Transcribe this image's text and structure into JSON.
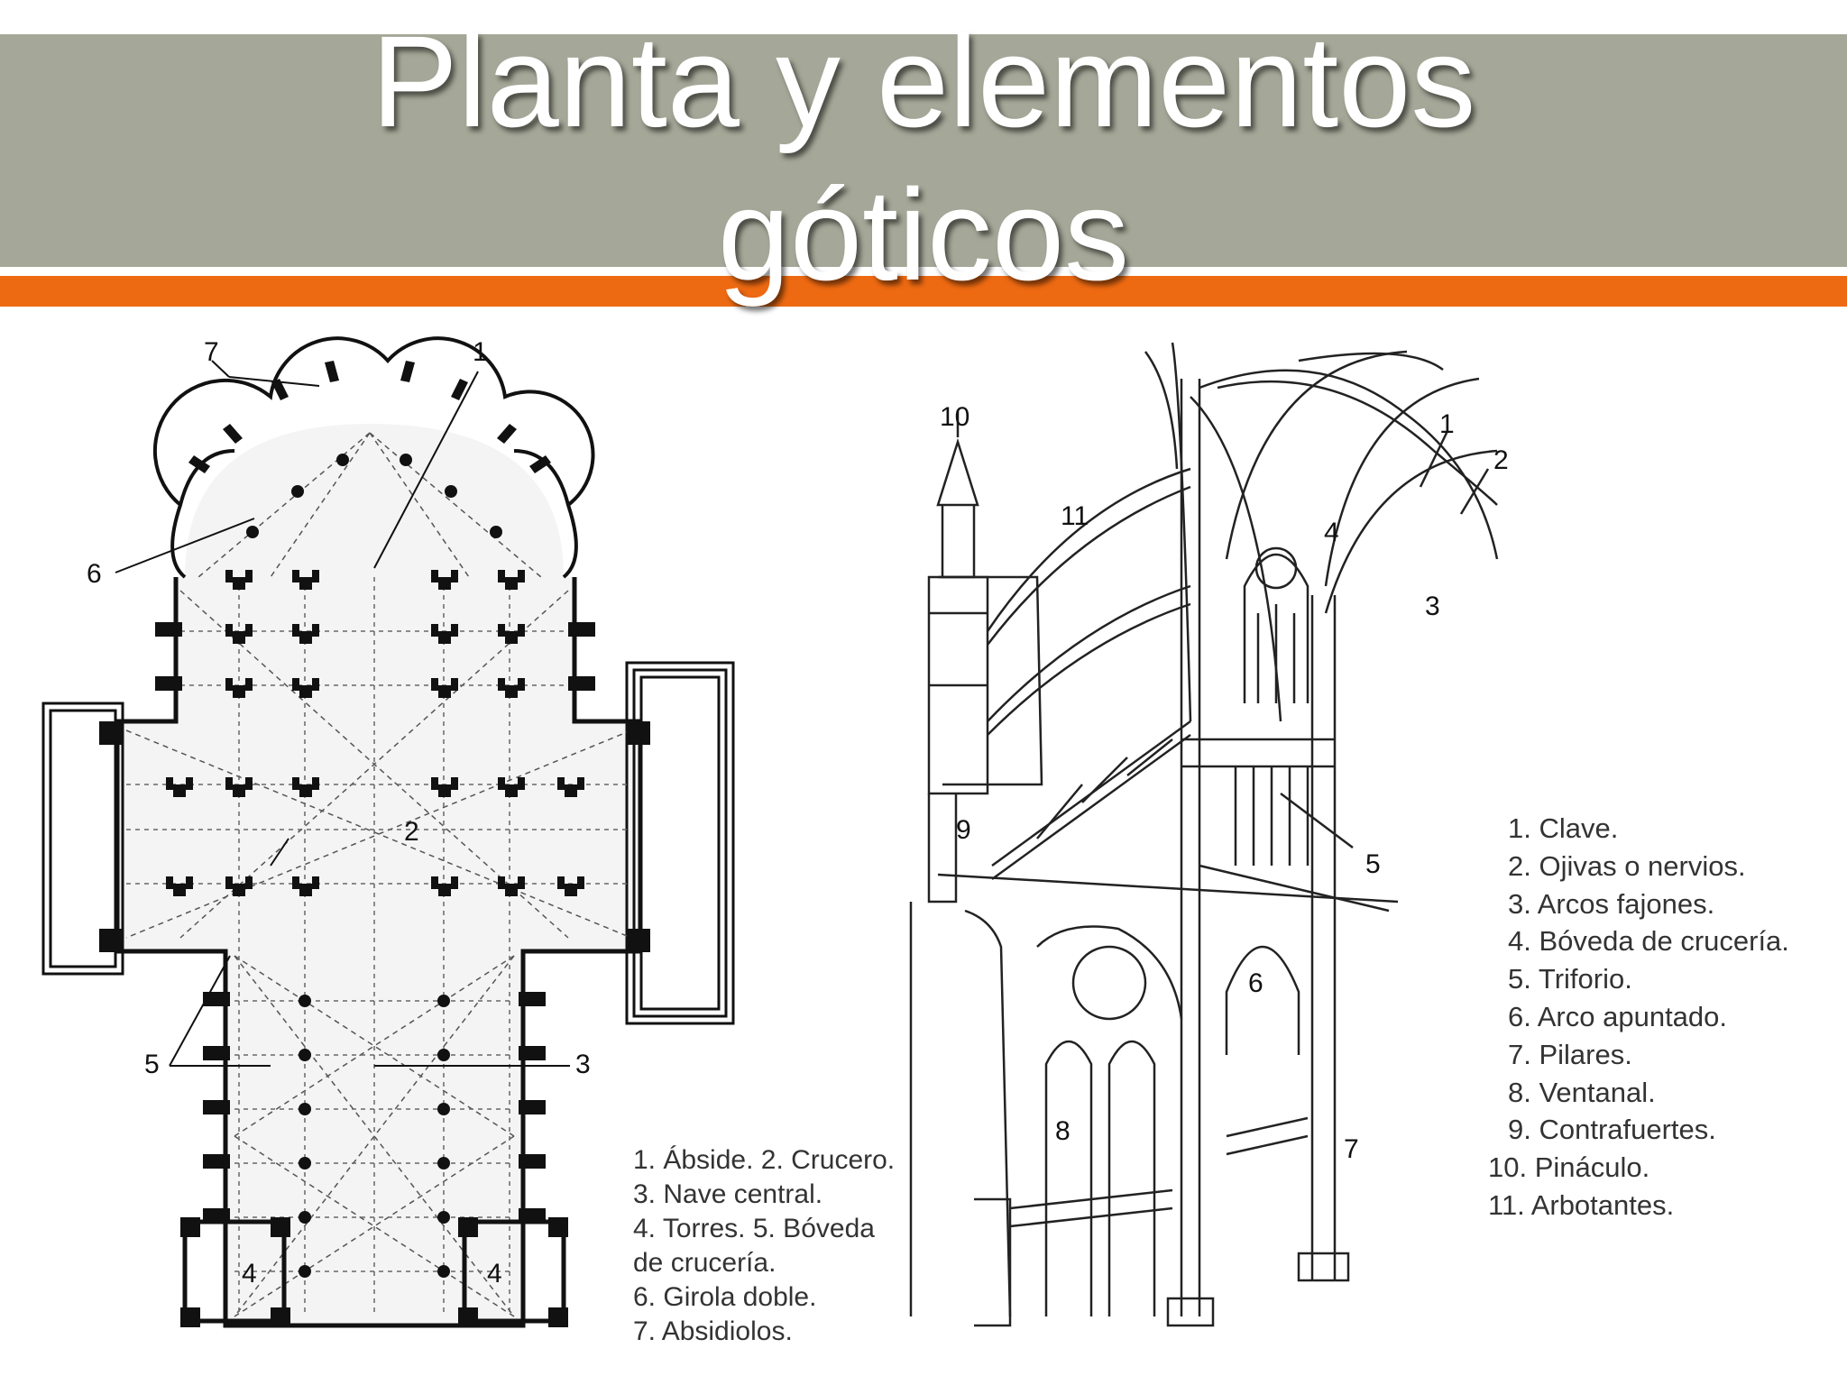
{
  "slide": {
    "title_line1": "Planta y elementos",
    "title_line2": "góticos"
  },
  "plan": {
    "callouts": [
      "1",
      "2",
      "3",
      "4",
      "4",
      "5",
      "6",
      "7"
    ],
    "legend": [
      "1. Ábside. 2. Crucero.",
      "3. Nave central.",
      "4. Torres. 5. Bóveda",
      "de crucería.",
      "6. Girola doble.",
      "7. Absidiolos."
    ]
  },
  "elevation": {
    "callouts": [
      "1",
      "2",
      "3",
      "4",
      "5",
      "6",
      "7",
      "8",
      "9",
      "10",
      "11"
    ],
    "legend": [
      "1. Clave.",
      "2. Ojivas o nervios.",
      "3. Arcos fajones.",
      "4. Bóveda de crucería.",
      "5. Triforio.",
      "6. Arco apuntado.",
      "7. Pilares.",
      "8. Ventanal.",
      "9. Contrafuertes.",
      "10. Pináculo.",
      "11. Arbotantes."
    ]
  },
  "colors": {
    "banner": "#a5a898",
    "accent": "#ee6a12",
    "title_text": "#ffffff"
  }
}
